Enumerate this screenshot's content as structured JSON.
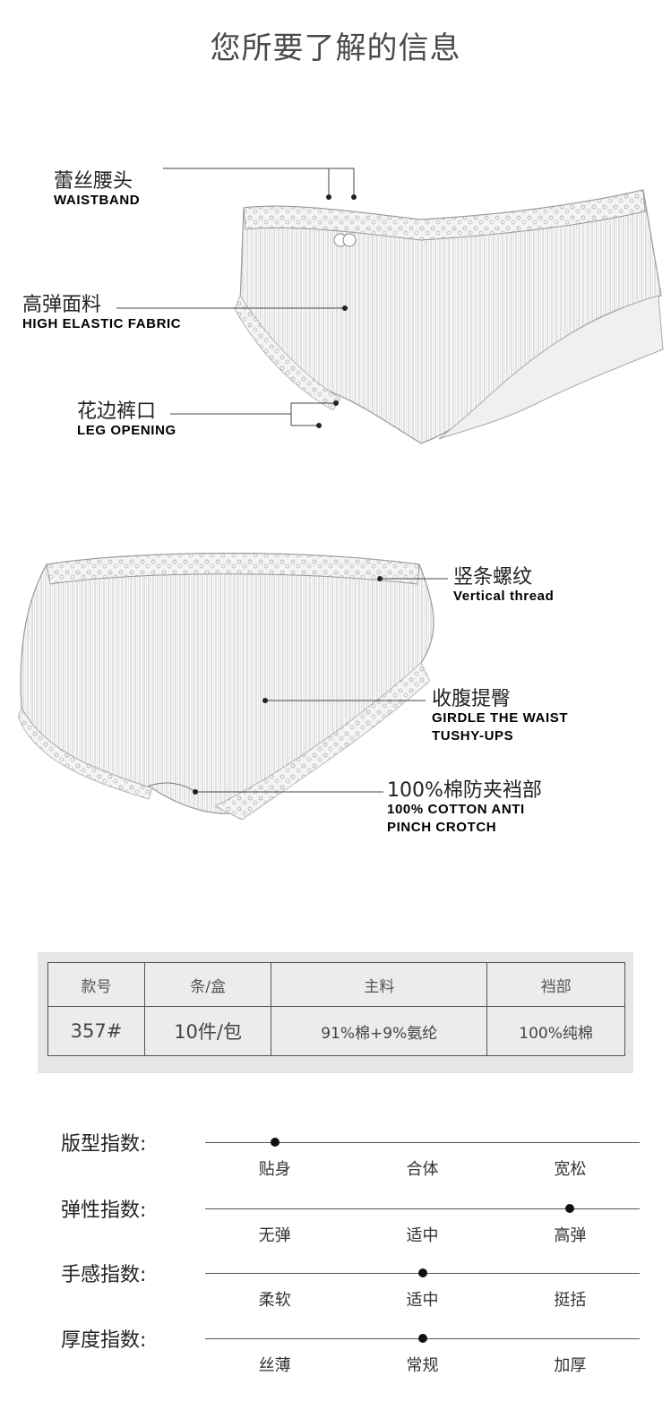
{
  "title": "您所要了解的信息",
  "front_callouts": [
    {
      "zh": "蕾丝腰头",
      "en": [
        "WAISTBAND"
      ]
    },
    {
      "zh": "高弹面料",
      "en": [
        "HIGH ELASTIC FABRIC"
      ]
    },
    {
      "zh": "花边裤口",
      "en": [
        "LEG OPENING"
      ]
    }
  ],
  "back_callouts": [
    {
      "zh": "竖条螺纹",
      "en": [
        "Vertical thread"
      ]
    },
    {
      "zh": "收腹提臀",
      "en": [
        "GIRDLE THE WAIST",
        "TUSHY-UPS"
      ]
    },
    {
      "zh": "100%棉防夹裆部",
      "en": [
        "100% COTTON ANTI",
        "PINCH CROTCH"
      ]
    }
  ],
  "spec_table": {
    "headers": [
      "款号",
      "条/盒",
      "主料",
      "裆部"
    ],
    "values": [
      "357#",
      "10件/包",
      "91%棉+9%氨纶",
      "100%纯棉"
    ]
  },
  "indices": [
    {
      "label": "版型指数:",
      "options": [
        "贴身",
        "合体",
        "宽松"
      ],
      "level": 0.16
    },
    {
      "label": "弹性指数:",
      "options": [
        "无弹",
        "适中",
        "高弹"
      ],
      "level": 0.84
    },
    {
      "label": "手感指数:",
      "options": [
        "柔软",
        "适中",
        "挺括"
      ],
      "level": 0.5
    },
    {
      "label": "厚度指数:",
      "options": [
        "丝薄",
        "常规",
        "加厚"
      ],
      "level": 0.5
    }
  ]
}
